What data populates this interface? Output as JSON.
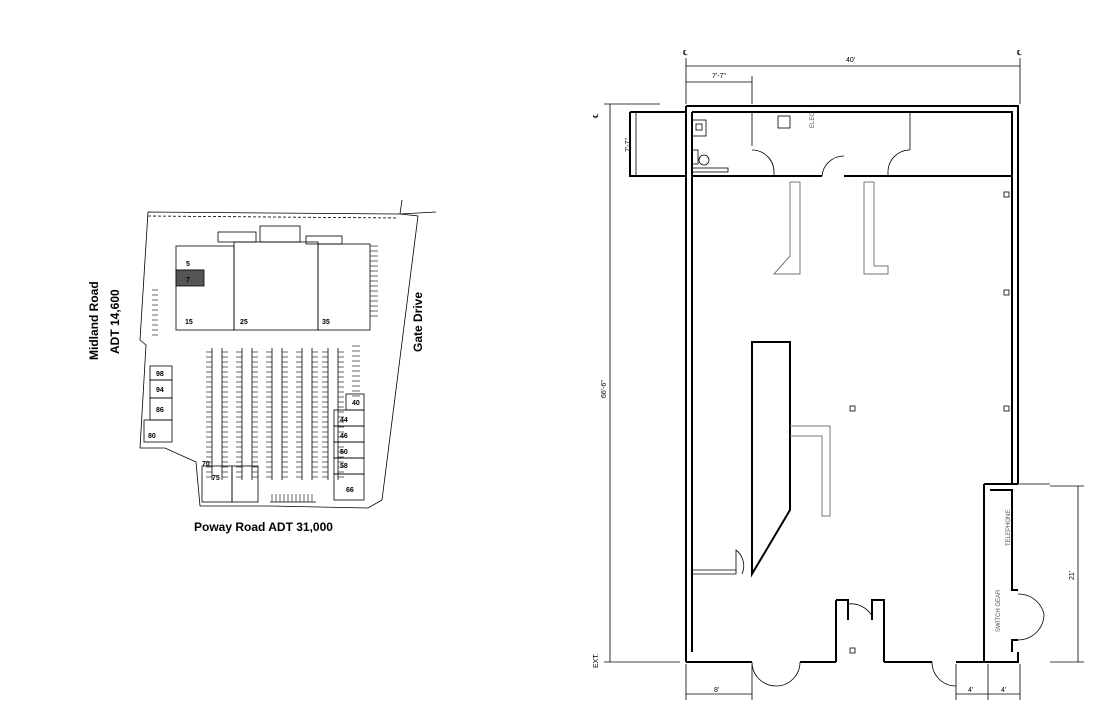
{
  "site_plan": {
    "roads": {
      "midland": "Midland Road",
      "midland_adt": "ADT  14,600",
      "gate": "Gate Drive",
      "poway": "Poway Road   ADT  31,000"
    },
    "units_main": [
      "5",
      "7",
      "15",
      "25",
      "35"
    ],
    "units_side_left": [
      "98",
      "94",
      "86",
      "80",
      "70",
      "75"
    ],
    "units_side_right": [
      "40",
      "44",
      "46",
      "50",
      "58",
      "66"
    ],
    "highlighted_unit": "7",
    "highlight_color": "#555555"
  },
  "floor_plan": {
    "dims": {
      "width_top": "40'",
      "top_small": "7'-7\"",
      "left_small": "7'-7\"",
      "height": "66'-6\"",
      "bottom_left": "8'",
      "bottom_right_a": "4'",
      "bottom_right_b": "4'",
      "right_height": "21'"
    },
    "labels": {
      "centerline_a": "℄",
      "centerline_b": "℄",
      "centerline_c": "℄",
      "ext": "EXT.",
      "elec": "ELEC.",
      "telephone": "TELEPHONE",
      "switch_gear": "SWITCH GEAR"
    }
  }
}
